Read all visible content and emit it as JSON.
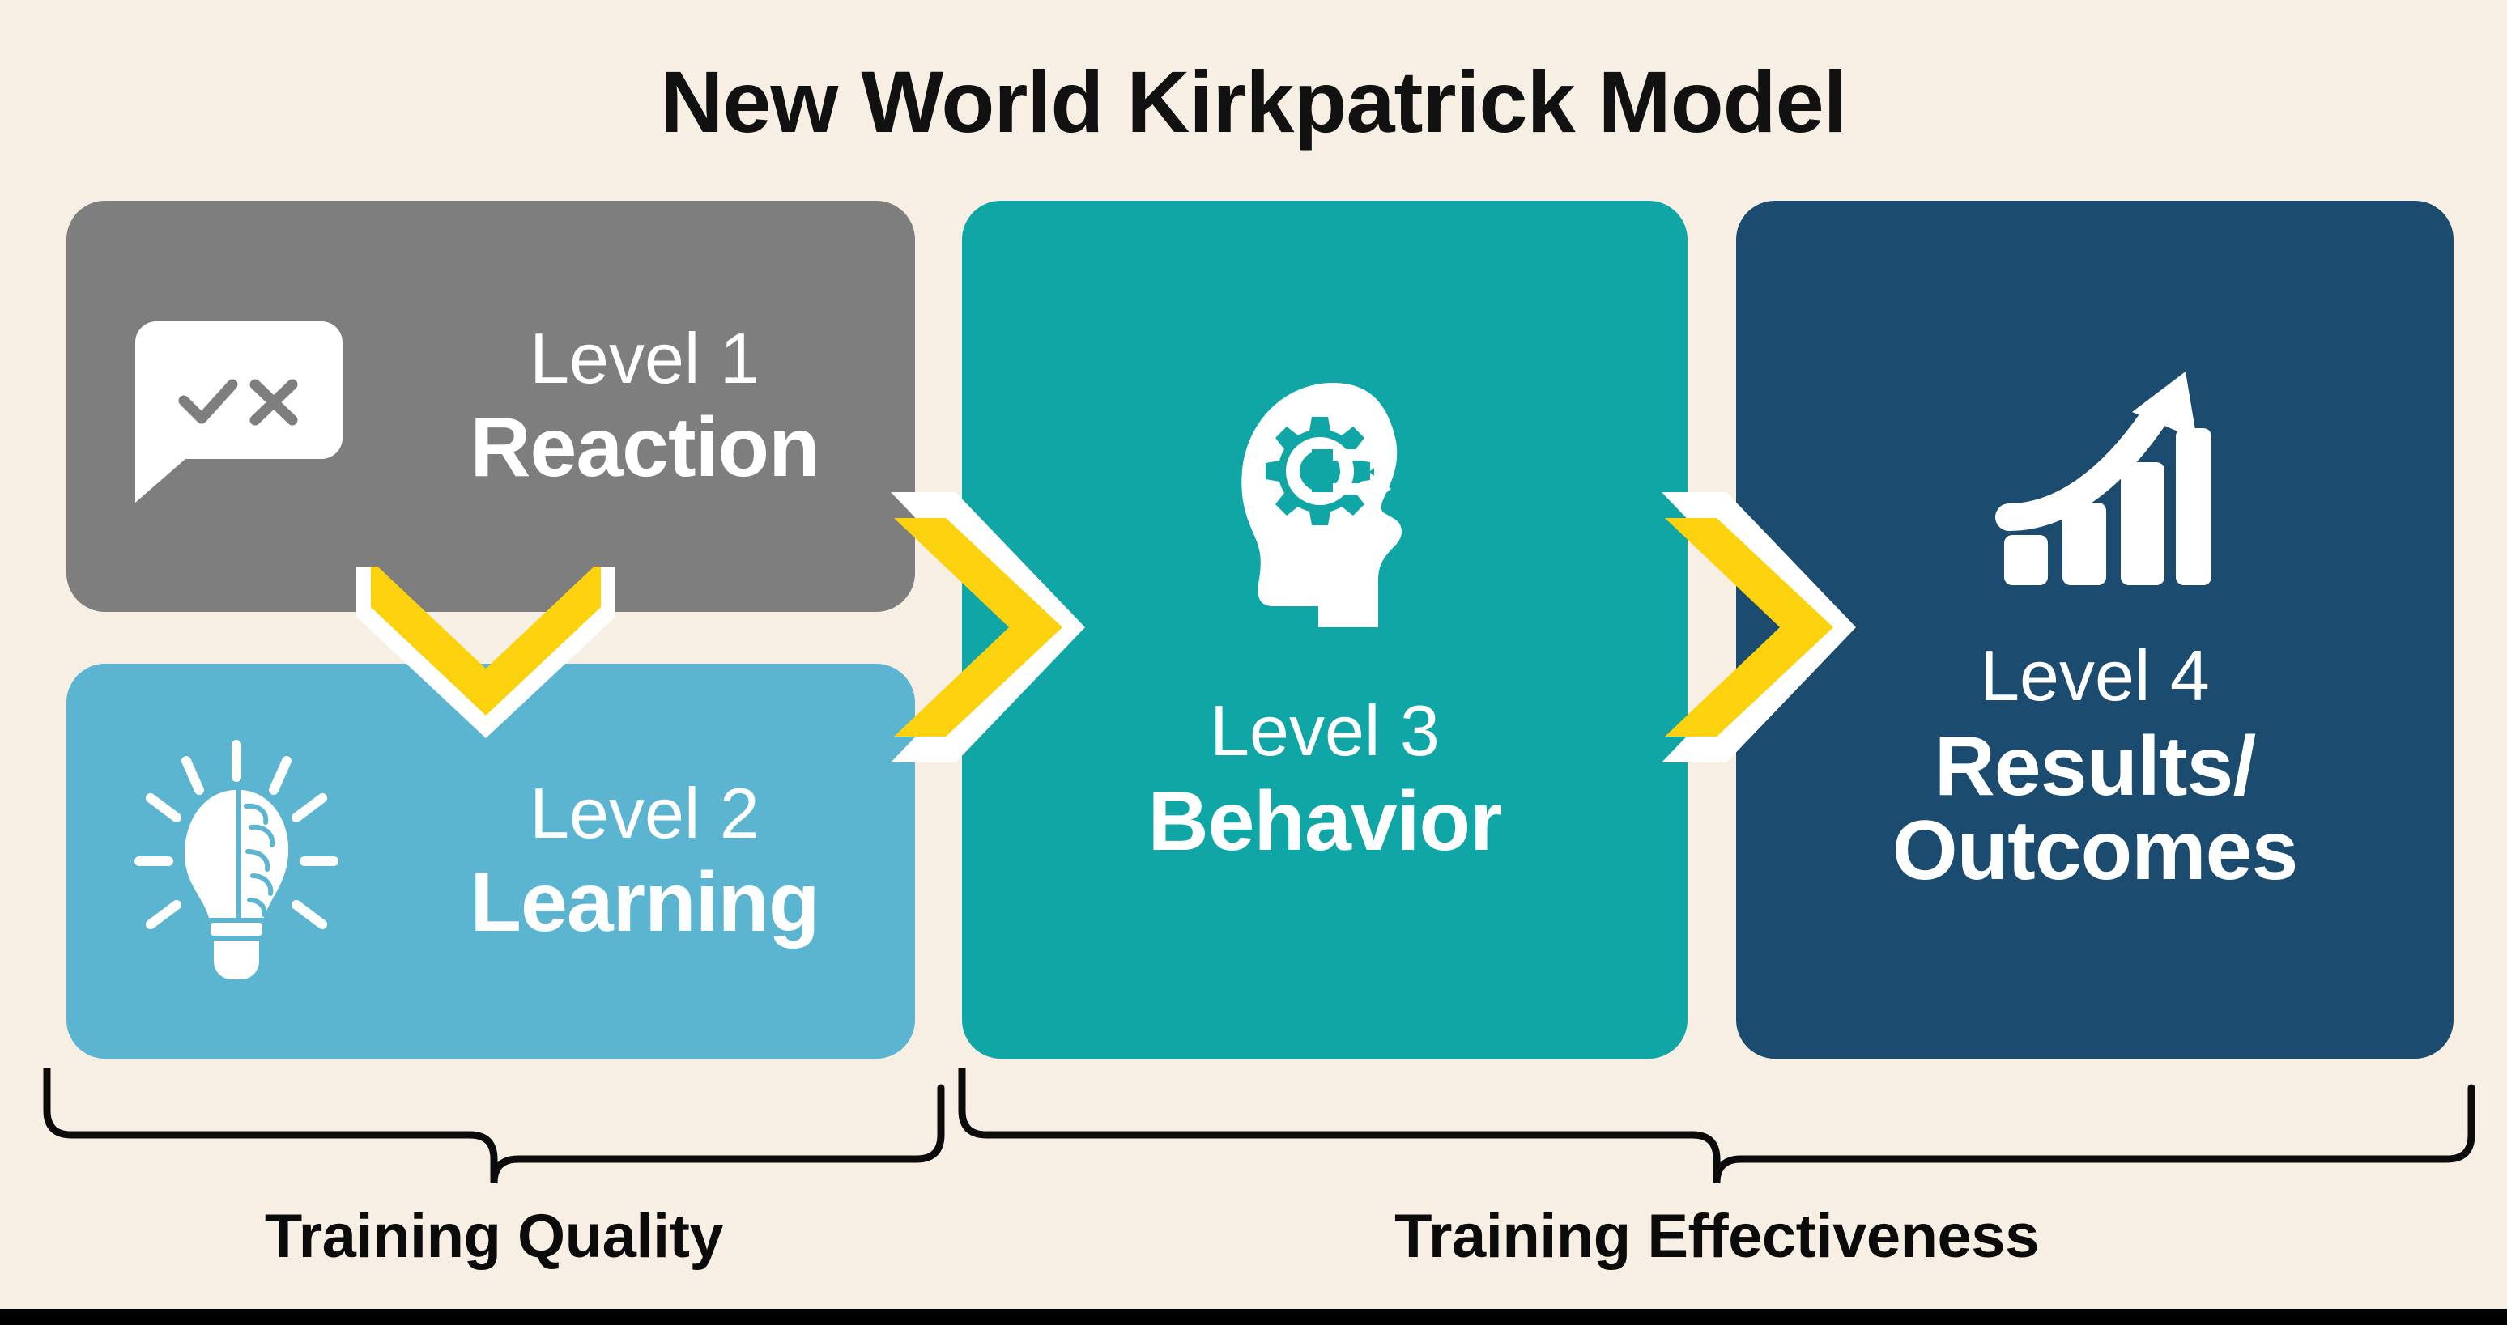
{
  "page": {
    "title": "New World Kirkpatrick Model",
    "background_color": "#F7EFE3",
    "bottom_rule_color": "#000000"
  },
  "levels": [
    {
      "id": "level-1",
      "number_label": "Level 1",
      "name_label": "Reaction",
      "color": "#7E7E7E",
      "icon": "speech-bubble-check-x-icon",
      "text_color": "#FFFFFF"
    },
    {
      "id": "level-2",
      "number_label": "Level 2",
      "name_label": "Learning",
      "color": "#5BB5D0",
      "icon": "lightbulb-brain-icon",
      "text_color": "#FFFFFF"
    },
    {
      "id": "level-3",
      "number_label": "Level 3",
      "name_label": "Behavior",
      "color": "#10A6A6",
      "icon": "head-gear-arrows-icon",
      "text_color": "#FFFFFF"
    },
    {
      "id": "level-4",
      "number_label": "Level 4",
      "name_label": "Results/",
      "name_label_2": "Outcomes",
      "color": "#1B4B6E",
      "icon": "growth-bar-chart-arrow-icon",
      "text_color": "#FFFFFF"
    }
  ],
  "connectors": [
    {
      "id": "connector-l1-l2",
      "icon": "chevron-down-icon",
      "direction": "down",
      "fill": "#FBD20D",
      "outline": "#FFFFFF"
    },
    {
      "id": "connector-l2-l3",
      "icon": "chevron-right-icon",
      "direction": "right",
      "fill": "#FBD20D",
      "outline": "#FFFFFF"
    },
    {
      "id": "connector-l3-l4",
      "icon": "chevron-right-icon",
      "direction": "right",
      "fill": "#FBD20D",
      "outline": "#FFFFFF"
    }
  ],
  "groups": [
    {
      "id": "group-training-quality",
      "label": "Training Quality",
      "covers": [
        "Level 1",
        "Level 2"
      ],
      "color": "#0B0B0B"
    },
    {
      "id": "group-training-effectiveness",
      "label": "Training Effectiveness",
      "covers": [
        "Level 3",
        "Level 4"
      ],
      "color": "#0B0B0B"
    }
  ]
}
